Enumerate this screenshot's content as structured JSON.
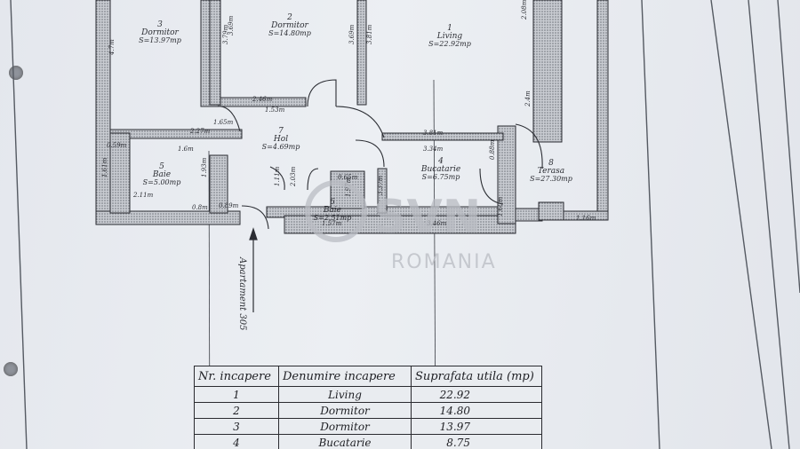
{
  "rooms": [
    {
      "id": "dormitor3",
      "number": "3",
      "name": "Dormitor",
      "area": "S=13.97mp"
    },
    {
      "id": "dormitor2",
      "number": "2",
      "name": "Dormitor",
      "area": "S=14.80mp"
    },
    {
      "id": "living",
      "number": "1",
      "name": "Living",
      "area": "S=22.92mp"
    },
    {
      "id": "hol",
      "number": "7",
      "name": "Hol",
      "area": "S=4.69mp"
    },
    {
      "id": "baie5",
      "number": "5",
      "name": "Baie",
      "area": "S=5.00mp"
    },
    {
      "id": "bucatarie",
      "number": "4",
      "name": "Bucatarie",
      "area": "S=6.75mp"
    },
    {
      "id": "terasa",
      "number": "8",
      "name": "Terasa",
      "area": "S=27.30mp"
    },
    {
      "id": "baie6",
      "number": "6",
      "name": "Baie",
      "area": "S=2.51mp"
    }
  ],
  "dimensions": {
    "d1": "4.7m",
    "d2": "3.79m",
    "d3": "3.69m",
    "d4": "3.69m",
    "d5": "3.81m",
    "d6": "2.08m",
    "d7": "2.46m",
    "d8": "1.53m",
    "d9": "2.27m",
    "d10": "0.59m",
    "d11": "1.6m",
    "d12": "1.61m",
    "d13": "1.93m",
    "d14": "2.11m",
    "d15": "0.8m",
    "d16": "0.89m",
    "d17": "3.81m",
    "d18": "3.34m",
    "d19": "0.88m",
    "d20": "2.4m",
    "d21": "1.11m",
    "d22": "2.03m",
    "d23": "0.65m",
    "d24": "1.97m",
    "d25": "1.57m",
    "d26": "3.37m",
    "d27": "3.46m",
    "d28": "1.60m",
    "d29": "1.16m",
    "d30": "1.65m"
  },
  "entrance": {
    "label": "Apartament 305"
  },
  "watermark": {
    "brand": "SVN",
    "sub": "ROMANIA"
  },
  "table": {
    "headers": [
      "Nr. incapere",
      "Denumire incapere",
      "Suprafata utila (mp)"
    ],
    "rows": [
      {
        "nr": "1",
        "name": "Living",
        "area": "22.92"
      },
      {
        "nr": "2",
        "name": "Dormitor",
        "area": "14.80"
      },
      {
        "nr": "3",
        "name": "Dormitor",
        "area": "13.97"
      },
      {
        "nr": "4",
        "name": "Bucatarie",
        "area": "8.75"
      }
    ]
  },
  "colors": {
    "ink": "#2b2d33",
    "hatch": "#8d9098",
    "paper": "#e6e9ee"
  }
}
